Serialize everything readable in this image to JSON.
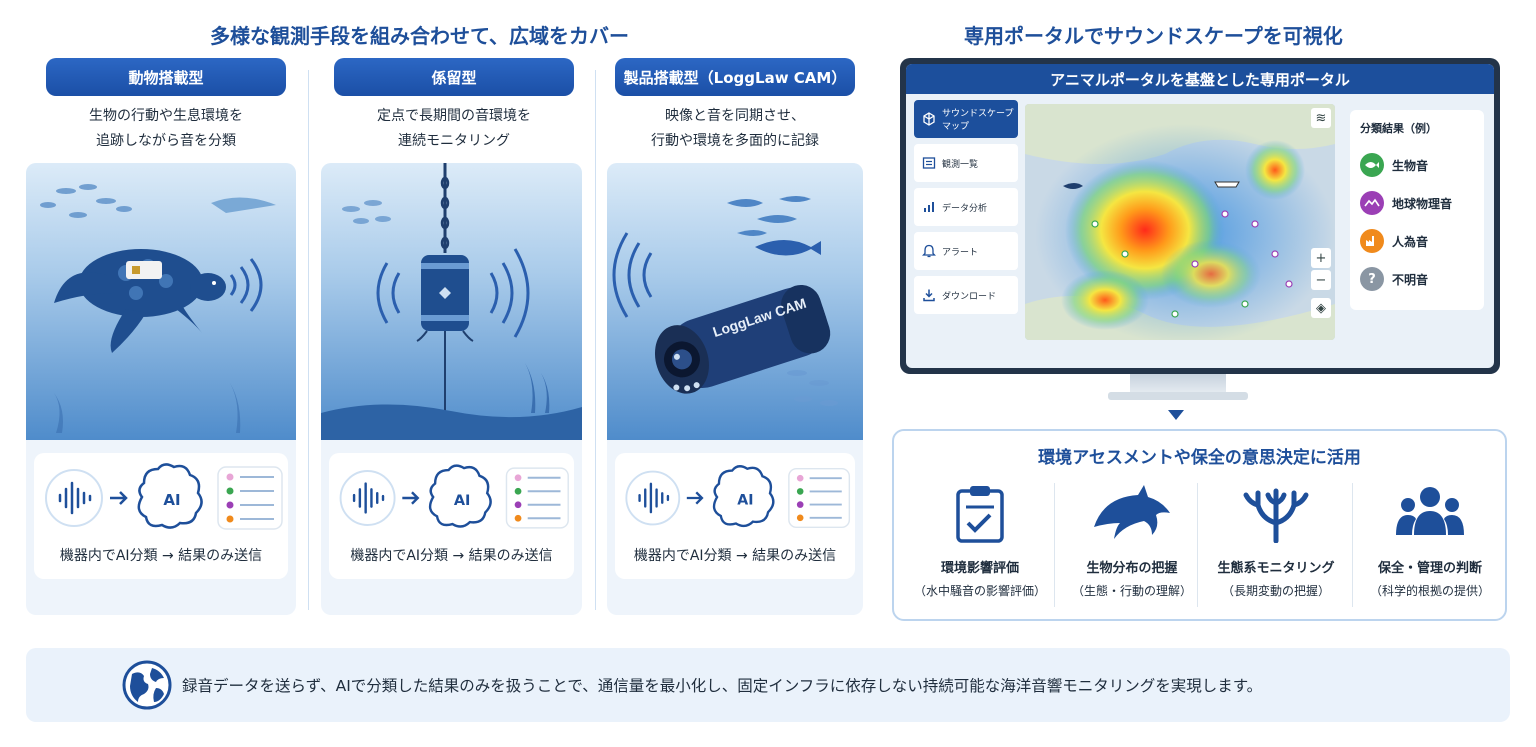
{
  "left_title": "多様な観測手段を組み合わせて、広域をカバー",
  "right_title": "専用ポータルでサウンドスケープを可視化",
  "methods": [
    {
      "title": "動物搭載型",
      "desc1": "生物の行動や生息環境を",
      "desc2": "追跡しながら音を分類",
      "flow_label": "機器内でAI分類 → 結果のみ送信",
      "ai": "AI"
    },
    {
      "title": "係留型",
      "desc1": "定点で長期間の音環境を",
      "desc2": "連続モニタリング",
      "flow_label": "機器内でAI分類 → 結果のみ送信",
      "ai": "AI"
    },
    {
      "title": "製品搭載型（LoggLaw CAM）",
      "desc1": "映像と音を同期させ、",
      "desc2": "行動や環境を多面的に記録",
      "flow_label": "機器内でAI分類 → 結果のみ送信",
      "ai": "AI",
      "device_label": "LoggLaw CAM"
    }
  ],
  "portal": {
    "title": "アニマルポータルを基盤とした専用ポータル",
    "menu": [
      {
        "label": "サウンドスケープ マップ",
        "icon": "cube-icon"
      },
      {
        "label": "観測一覧",
        "icon": "list-icon"
      },
      {
        "label": "データ分析",
        "icon": "bar-chart-icon"
      },
      {
        "label": "アラート",
        "icon": "bell-icon"
      },
      {
        "label": "ダウンロード",
        "icon": "download-icon"
      }
    ],
    "zoom_in": "+",
    "zoom_out": "−",
    "legend_title": "分類結果（例）",
    "legend": [
      {
        "label": "生物音",
        "color": "#3aa651",
        "icon": "fish-icon"
      },
      {
        "label": "地球物理音",
        "color": "#9b3fb5",
        "icon": "wave-icon"
      },
      {
        "label": "人為音",
        "color": "#f08a1c",
        "icon": "factory-icon"
      },
      {
        "label": "不明音",
        "color": "#8a96a3",
        "icon": "question-icon",
        "glyph": "?"
      }
    ]
  },
  "uses": {
    "title": "環境アセスメントや保全の意思決定に活用",
    "items": [
      {
        "label": "環境影響評価",
        "sub": "（水中騒音の影響評価）",
        "icon": "clipboard-check-icon"
      },
      {
        "label": "生物分布の把握",
        "sub": "（生態・行動の理解）",
        "icon": "dolphin-icon"
      },
      {
        "label": "生態系モニタリング",
        "sub": "（長期変動の把握）",
        "icon": "coral-icon"
      },
      {
        "label": "保全・管理の判断",
        "sub": "（科学的根拠の提供）",
        "icon": "people-icon"
      }
    ]
  },
  "footer": "録音データを送らず、AIで分類した結果のみを扱うことで、通信量を最小化し、固定インフラに依存しない持続可能な海洋音響モニタリングを実現します。",
  "colors": {
    "primary": "#1e4f9a",
    "accent": "#2c67c4",
    "bio": "#3aa651",
    "geo": "#9b3fb5",
    "human": "#f08a1c",
    "unknown": "#8a96a3"
  }
}
